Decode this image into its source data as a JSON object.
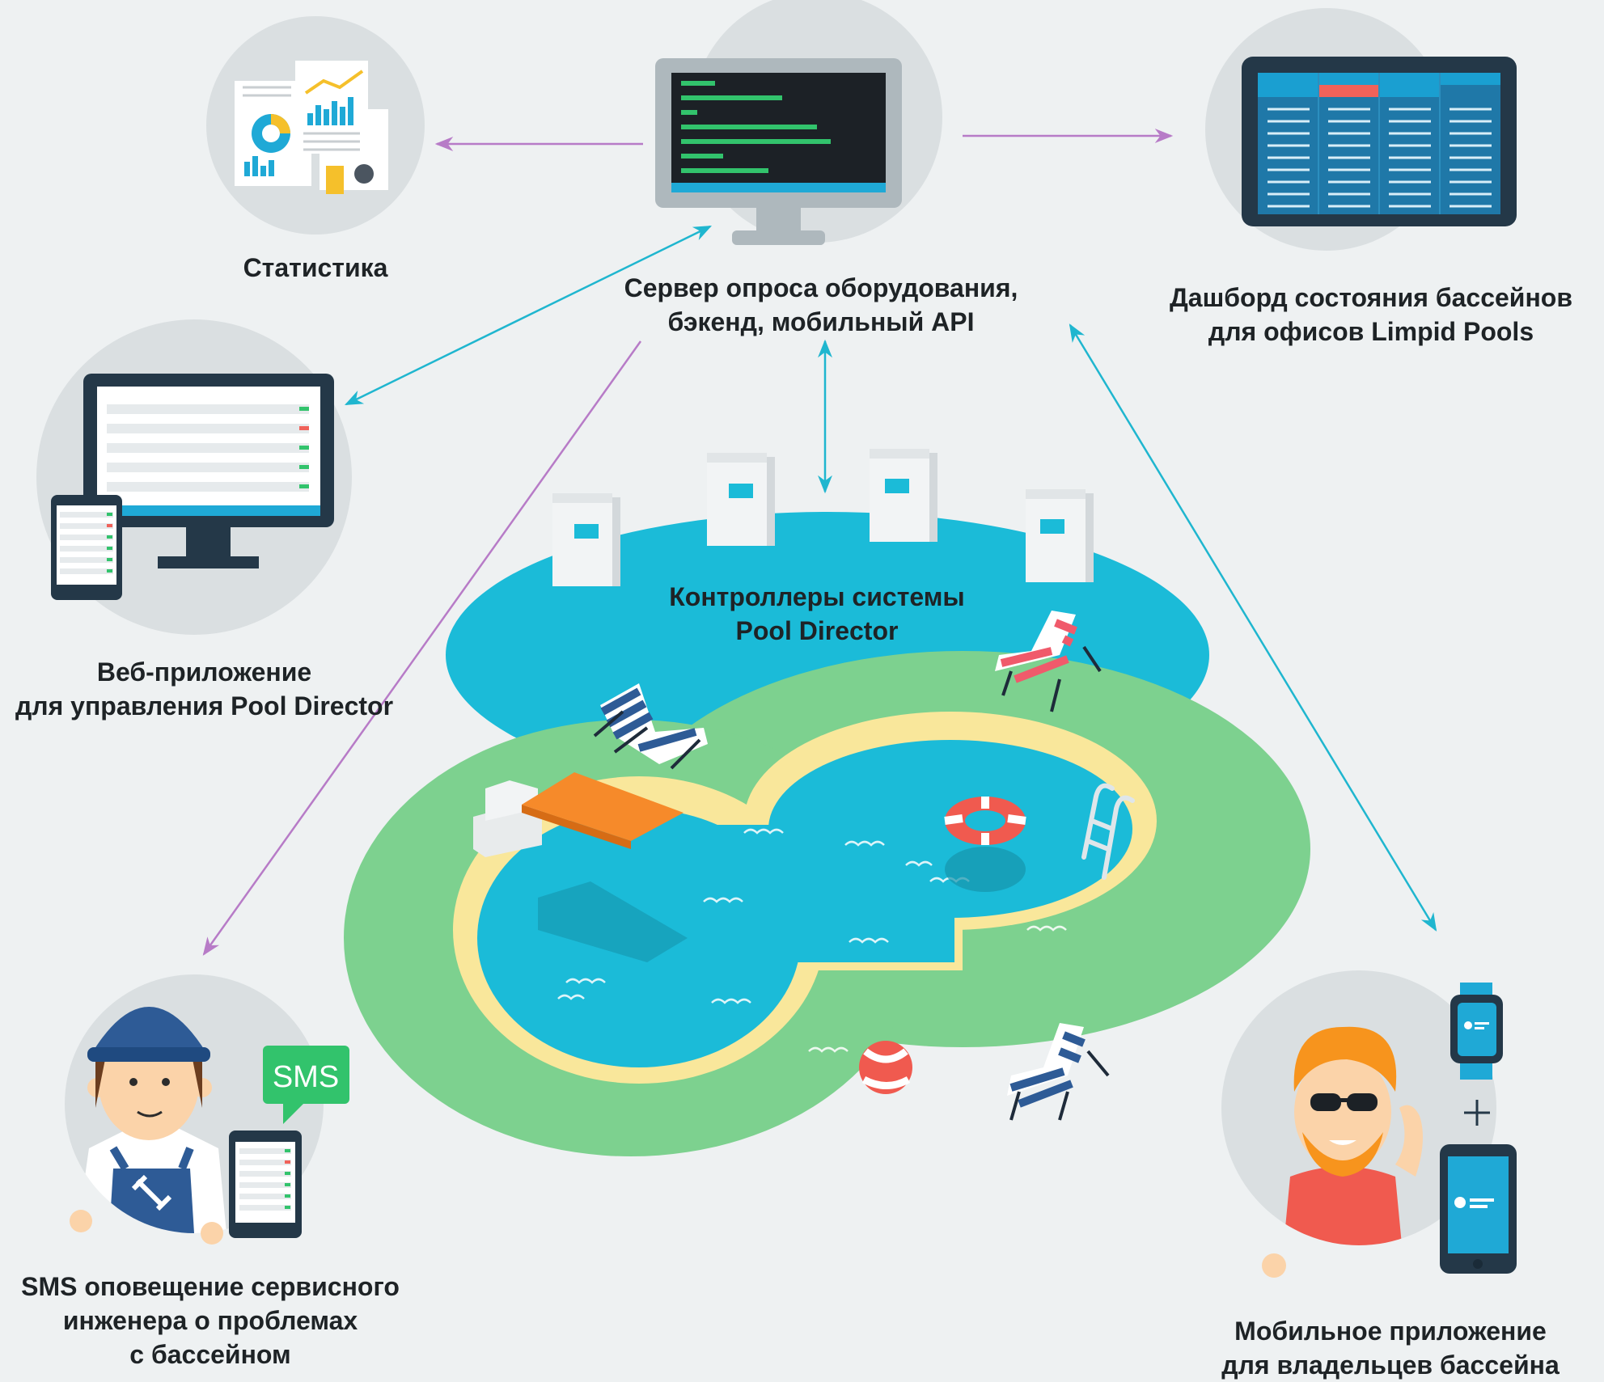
{
  "nodes": {
    "statistics": {
      "lines": [
        "Статистика"
      ]
    },
    "server": {
      "lines": [
        "Сервер опроса оборудования,",
        "бэкенд, мобильный API"
      ]
    },
    "dashboard": {
      "lines": [
        "Дашборд состояния бассейнов",
        "для офисов Limpid Pools"
      ]
    },
    "web_app": {
      "lines": [
        "Веб-приложение",
        "для управления Pool Director"
      ]
    },
    "controllers": {
      "lines": [
        "Контроллеры системы",
        "Pool Director"
      ]
    },
    "sms": {
      "lines": [
        "SMS оповещение сервисного",
        "инженера о проблемах",
        "с бассейном"
      ]
    },
    "mobile": {
      "lines": [
        "Мобильное приложение",
        "для владельцев бассейна"
      ]
    }
  },
  "sms_bubble_text": "SMS",
  "icons": [
    "statistics-icon",
    "server-monitor-icon",
    "dashboard-icon",
    "web-app-icon",
    "controller-icon",
    "engineer-icon",
    "owner-icon",
    "smartwatch-icon",
    "phone-icon",
    "plus-icon",
    "pool-icon"
  ],
  "colors": {
    "background": "#eef1f2",
    "circle": "#dadfe1",
    "arrow_purple": "#b77bc7",
    "arrow_cyan": "#1fb6cf",
    "pool_water": "#1bbbd8",
    "grass": "#7dd18f",
    "pool_rim": "#f9e79b"
  }
}
